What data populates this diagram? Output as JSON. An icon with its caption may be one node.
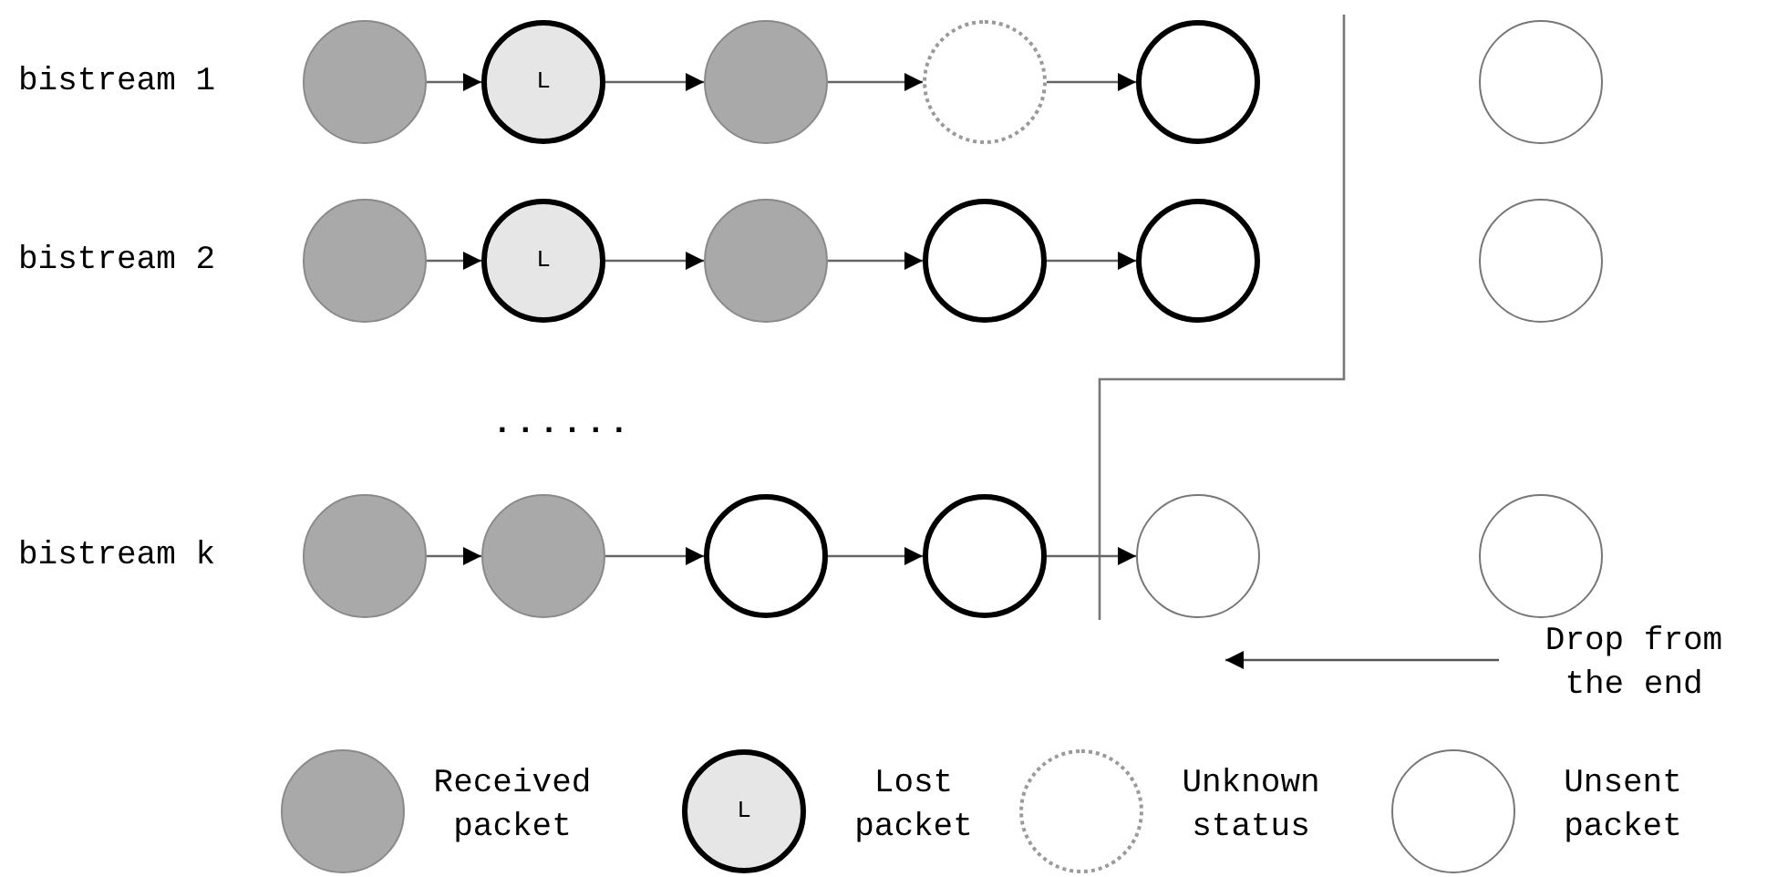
{
  "diagram": {
    "nodes": [
      {
        "text": [],
        "shape": "circle"
      },
      {
        "text": [
          "L"
        ]
      },
      {
        "text": [],
        "shape": "circle"
      },
      {
        "text": [],
        "shape": "circle"
      },
      {
        "text": [],
        "shape": "circle"
      },
      {
        "text": [],
        "shape": "circle"
      },
      {
        "text": [],
        "shape": "circle"
      },
      {
        "text": [
          "L"
        ]
      },
      {
        "text": [],
        "shape": "circle"
      },
      {
        "text": [],
        "shape": "circle"
      },
      {
        "text": [],
        "shape": "circle"
      },
      {
        "text": [],
        "shape": "circle"
      },
      {
        "text": [],
        "shape": "circle"
      },
      {
        "text": [],
        "shape": "circle"
      },
      {
        "text": [],
        "shape": "circle"
      },
      {
        "text": [],
        "shape": "circle"
      },
      {
        "text": [],
        "shape": "circle"
      },
      {
        "text": [],
        "shape": "circle"
      }
    ],
    "edges": [
      {
        "from": 0,
        "to": 1,
        "arrow": "to"
      },
      {
        "from": 1,
        "to": 2,
        "arrow": "to"
      },
      {
        "from": 2,
        "to": 3,
        "arrow": "to"
      },
      {
        "from": 3,
        "to": 4,
        "arrow": "to"
      },
      {
        "from": 6,
        "to": 7,
        "arrow": "to"
      },
      {
        "from": 7,
        "to": 8,
        "arrow": "to"
      },
      {
        "from": 8,
        "to": 9,
        "arrow": "to"
      },
      {
        "from": 9,
        "to": 10,
        "arrow": "to"
      },
      {
        "from": 12,
        "to": 13,
        "arrow": "to"
      },
      {
        "from": 13,
        "to": 14,
        "arrow": "to"
      },
      {
        "from": 14,
        "to": 15,
        "arrow": "to"
      },
      {
        "from": 15,
        "to": 16,
        "arrow": "to"
      }
    ],
    "labels": [
      "bistream 1",
      "bistream 2",
      "......",
      "bistream k",
      "Drop from the end",
      "L"
    ],
    "legend": [
      {
        "text": "Received packet"
      },
      {
        "text": "Lost packet"
      },
      {
        "text": "Unknown status"
      },
      {
        "text": "Unsent packet"
      }
    ]
  }
}
